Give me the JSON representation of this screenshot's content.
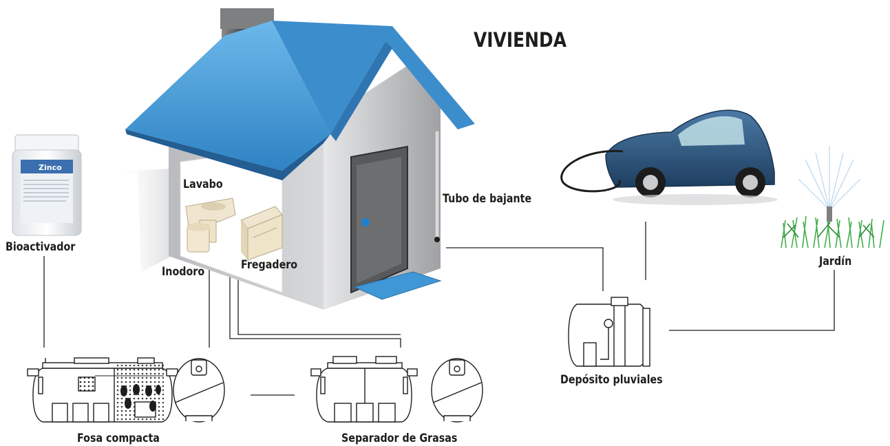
{
  "title": "VIVIENDA",
  "labels": {
    "bioactivador": "Bioactivador",
    "lavabo": "Lavabo",
    "inodoro": "Inodoro",
    "fregadero": "Fregadero",
    "tubo_bajante": "Tubo de bajante",
    "jardin": "Jardín",
    "deposito_pluviales": "Depósito pluviales",
    "fosa_compacta": "Fosa compacta",
    "separador_grasas": "Separador de Grasas"
  },
  "jar_brand": "Zinco",
  "colors": {
    "roof": "#3f97d6",
    "roof_dark": "#2a6fa8",
    "wall": "#c9cbcd",
    "door": "#58595b",
    "car": "#2f5b86",
    "grass": "#3fae49",
    "line": "#1d1d1b"
  }
}
